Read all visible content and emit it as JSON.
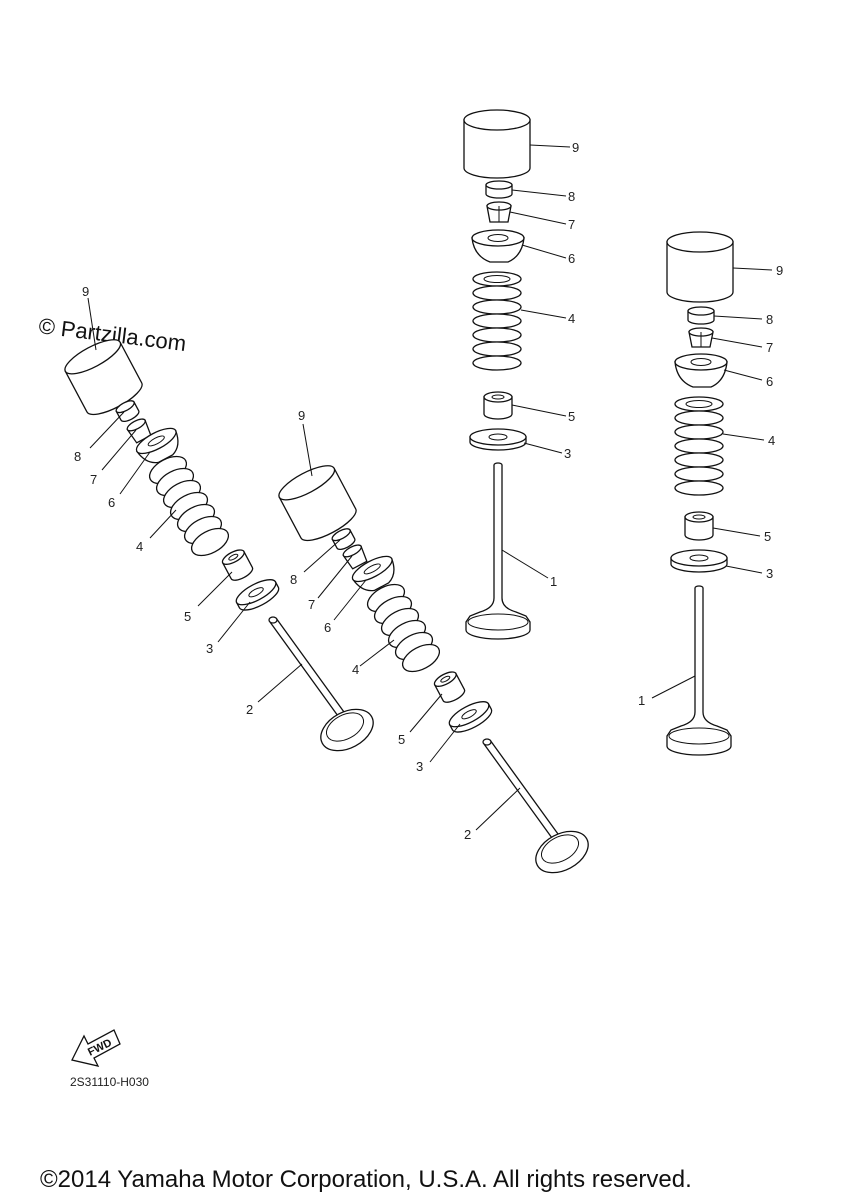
{
  "watermark": "© Partzilla.com",
  "diagram_code": "2S31110-H030",
  "fwd_label": "FWD",
  "copyright": "©2014 Yamaha Motor Corporation, U.S.A. All rights reserved.",
  "callouts": [
    "1",
    "2",
    "3",
    "4",
    "5",
    "6",
    "7",
    "8",
    "9"
  ]
}
